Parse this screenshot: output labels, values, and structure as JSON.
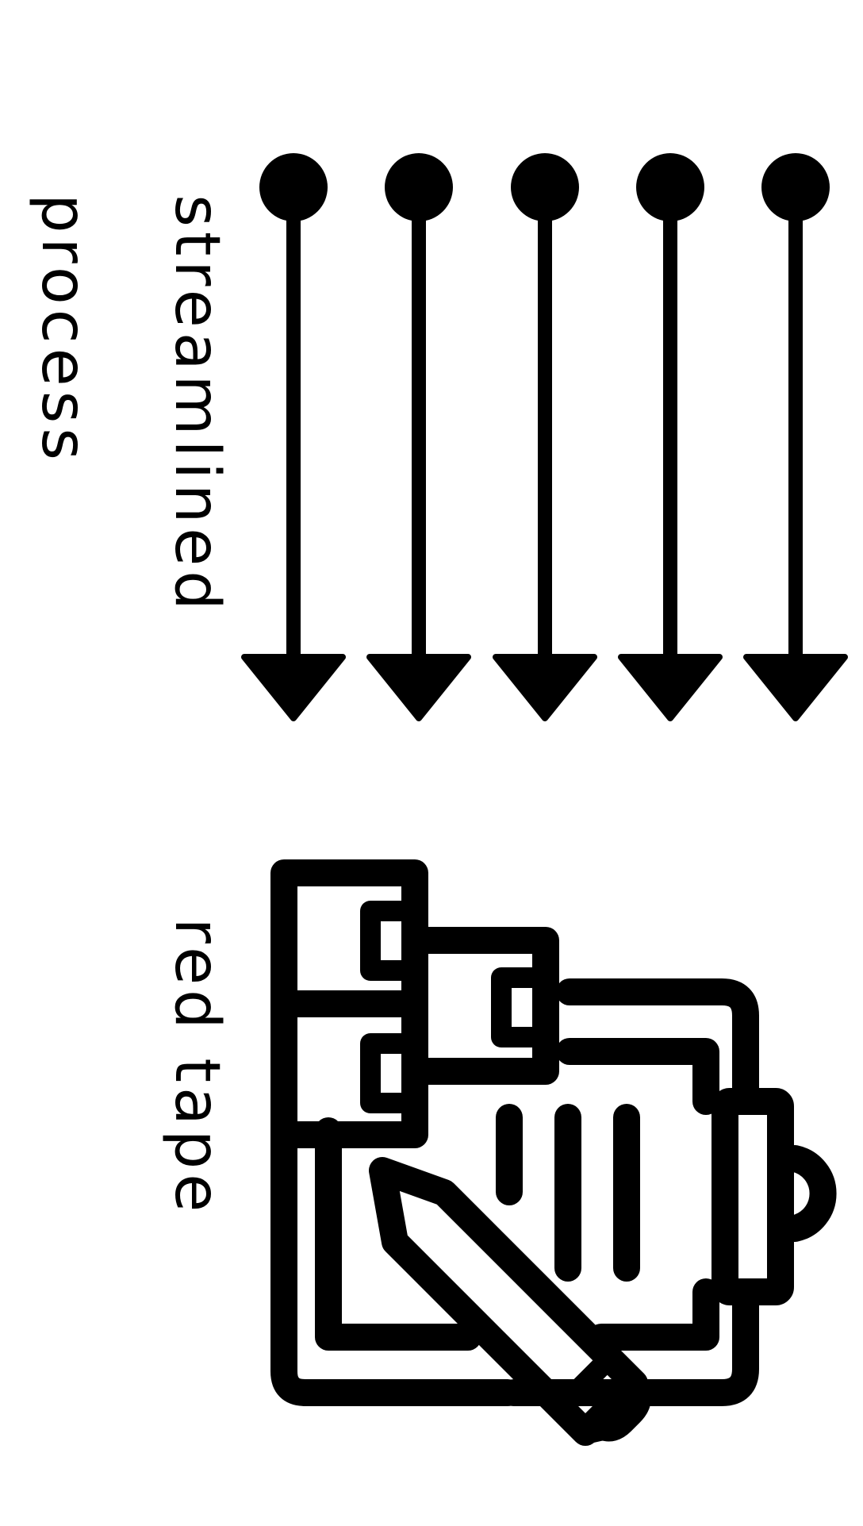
{
  "labels": {
    "streamlined": "streamlined",
    "process": "process",
    "red_tape": "red tape"
  },
  "colors": {
    "ink": "#000000",
    "paper": "#ffffff"
  },
  "icons": {
    "arrows": "downward-pin-arrows-icon",
    "paperwork": "clipboard-paperwork-pencil-icon"
  }
}
